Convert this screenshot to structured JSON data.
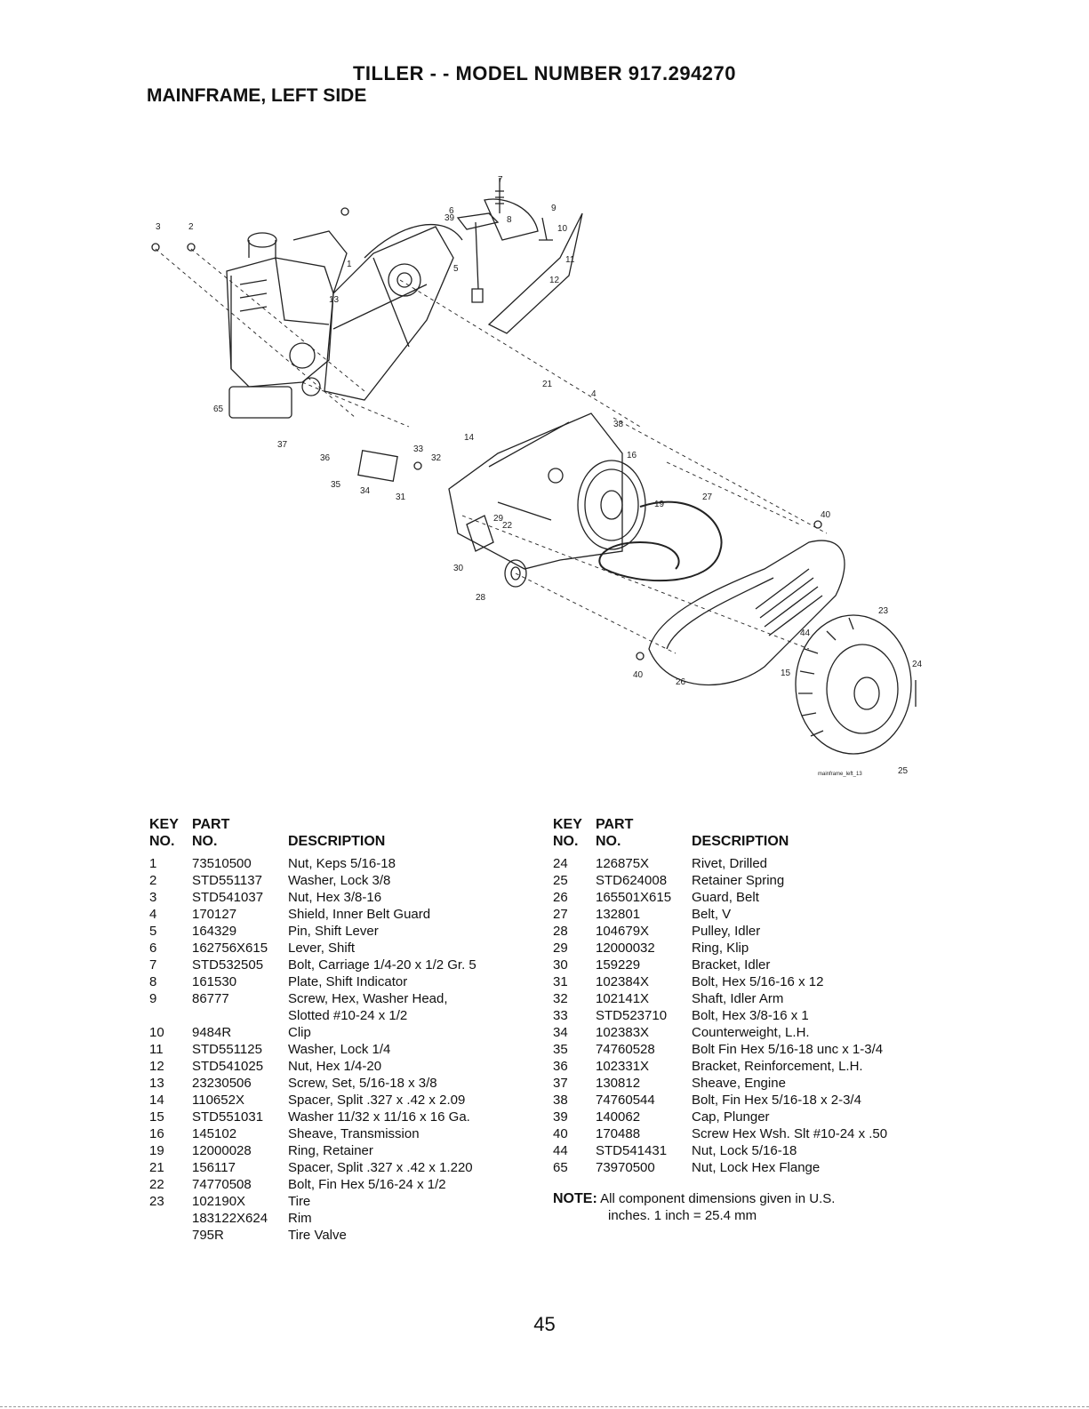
{
  "header": {
    "title": "TILLER - - MODEL NUMBER 917.294270",
    "subtitle": "MAINFRAME, LEFT SIDE"
  },
  "diagram": {
    "callouts": [
      "1",
      "2",
      "3",
      "4",
      "5",
      "6",
      "7",
      "8",
      "9",
      "10",
      "11",
      "12",
      "13",
      "14",
      "15",
      "16",
      "19",
      "21",
      "22",
      "23",
      "24",
      "25",
      "26",
      "27",
      "28",
      "29",
      "30",
      "31",
      "32",
      "33",
      "34",
      "35",
      "36",
      "37",
      "38",
      "39",
      "40",
      "44",
      "65"
    ],
    "caption": "mainframe_left_13"
  },
  "table_headers": {
    "key_line1": "KEY",
    "key_line2": "NO.",
    "part_line1": "PART",
    "part_line2": "NO.",
    "description": "DESCRIPTION"
  },
  "parts_left": [
    {
      "key": "1",
      "part": "73510500",
      "desc": "Nut, Keps 5/16-18"
    },
    {
      "key": "2",
      "part": "STD551137",
      "desc": "Washer, Lock 3/8"
    },
    {
      "key": "3",
      "part": "STD541037",
      "desc": "Nut, Hex 3/8-16"
    },
    {
      "key": "4",
      "part": "170127",
      "desc": "Shield, Inner Belt Guard"
    },
    {
      "key": "5",
      "part": "164329",
      "desc": "Pin, Shift Lever"
    },
    {
      "key": "6",
      "part": "162756X615",
      "desc": "Lever, Shift"
    },
    {
      "key": "7",
      "part": "STD532505",
      "desc": "Bolt, Carriage 1/4-20 x 1/2 Gr. 5"
    },
    {
      "key": "8",
      "part": "161530",
      "desc": "Plate, Shift Indicator"
    },
    {
      "key": "9",
      "part": "86777",
      "desc": "Screw, Hex, Washer Head,"
    },
    {
      "key": "",
      "part": "",
      "desc": "Slotted #10-24 x 1/2"
    },
    {
      "key": "10",
      "part": "9484R",
      "desc": "Clip"
    },
    {
      "key": "11",
      "part": "STD551125",
      "desc": "Washer, Lock 1/4"
    },
    {
      "key": "12",
      "part": "STD541025",
      "desc": "Nut, Hex 1/4-20"
    },
    {
      "key": "13",
      "part": "23230506",
      "desc": "Screw, Set, 5/16-18 x 3/8"
    },
    {
      "key": "14",
      "part": "110652X",
      "desc": "Spacer, Split .327 x .42 x 2.09"
    },
    {
      "key": "15",
      "part": "STD551031",
      "desc": "Washer 11/32 x 11/16 x 16 Ga."
    },
    {
      "key": "16",
      "part": "145102",
      "desc": "Sheave, Transmission"
    },
    {
      "key": "19",
      "part": "12000028",
      "desc": "Ring, Retainer"
    },
    {
      "key": "21",
      "part": "156117",
      "desc": "Spacer, Split .327 x .42  x 1.220"
    },
    {
      "key": "22",
      "part": "74770508",
      "desc": "Bolt, Fin Hex 5/16-24 x 1/2"
    },
    {
      "key": "23",
      "part": "102190X",
      "desc": "Tire"
    },
    {
      "key": "",
      "part": "183122X624",
      "desc": "Rim"
    },
    {
      "key": "",
      "part": "795R",
      "desc": "Tire Valve"
    }
  ],
  "parts_right": [
    {
      "key": "24",
      "part": "126875X",
      "desc": "Rivet, Drilled"
    },
    {
      "key": "25",
      "part": "STD624008",
      "desc": "Retainer Spring"
    },
    {
      "key": "26",
      "part": "165501X615",
      "desc": "Guard, Belt"
    },
    {
      "key": "27",
      "part": "132801",
      "desc": "Belt, V"
    },
    {
      "key": "28",
      "part": "104679X",
      "desc": "Pulley, Idler"
    },
    {
      "key": "29",
      "part": "12000032",
      "desc": "Ring, Klip"
    },
    {
      "key": "30",
      "part": "159229",
      "desc": "Bracket, Idler"
    },
    {
      "key": "31",
      "part": "102384X",
      "desc": "Bolt, Hex  5/16-16 x 12"
    },
    {
      "key": "32",
      "part": "102141X",
      "desc": "Shaft, Idler Arm"
    },
    {
      "key": "33",
      "part": "STD523710",
      "desc": "Bolt, Hex  3/8-16 x 1"
    },
    {
      "key": "34",
      "part": "102383X",
      "desc": "Counterweight, L.H."
    },
    {
      "key": "35",
      "part": "74760528",
      "desc": "Bolt Fin Hex  5/16-18 unc x 1-3/4"
    },
    {
      "key": "36",
      "part": "102331X",
      "desc": "Bracket, Reinforcement, L.H."
    },
    {
      "key": "37",
      "part": "130812",
      "desc": "Sheave, Engine"
    },
    {
      "key": "38",
      "part": "74760544",
      "desc": "Bolt, Fin Hex 5/16-18 x 2-3/4"
    },
    {
      "key": "39",
      "part": "140062",
      "desc": "Cap, Plunger"
    },
    {
      "key": "40",
      "part": "170488",
      "desc": "Screw Hex Wsh. Slt #10-24 x .50"
    },
    {
      "key": "44",
      "part": "STD541431",
      "desc": "Nut, Lock 5/16-18"
    },
    {
      "key": "65",
      "part": "73970500",
      "desc": "Nut, Lock Hex Flange"
    }
  ],
  "note": {
    "label": "NOTE:",
    "line1": "All component dimensions given in U.S.",
    "line2": "inches. 1 inch = 25.4 mm"
  },
  "page_number": "45"
}
